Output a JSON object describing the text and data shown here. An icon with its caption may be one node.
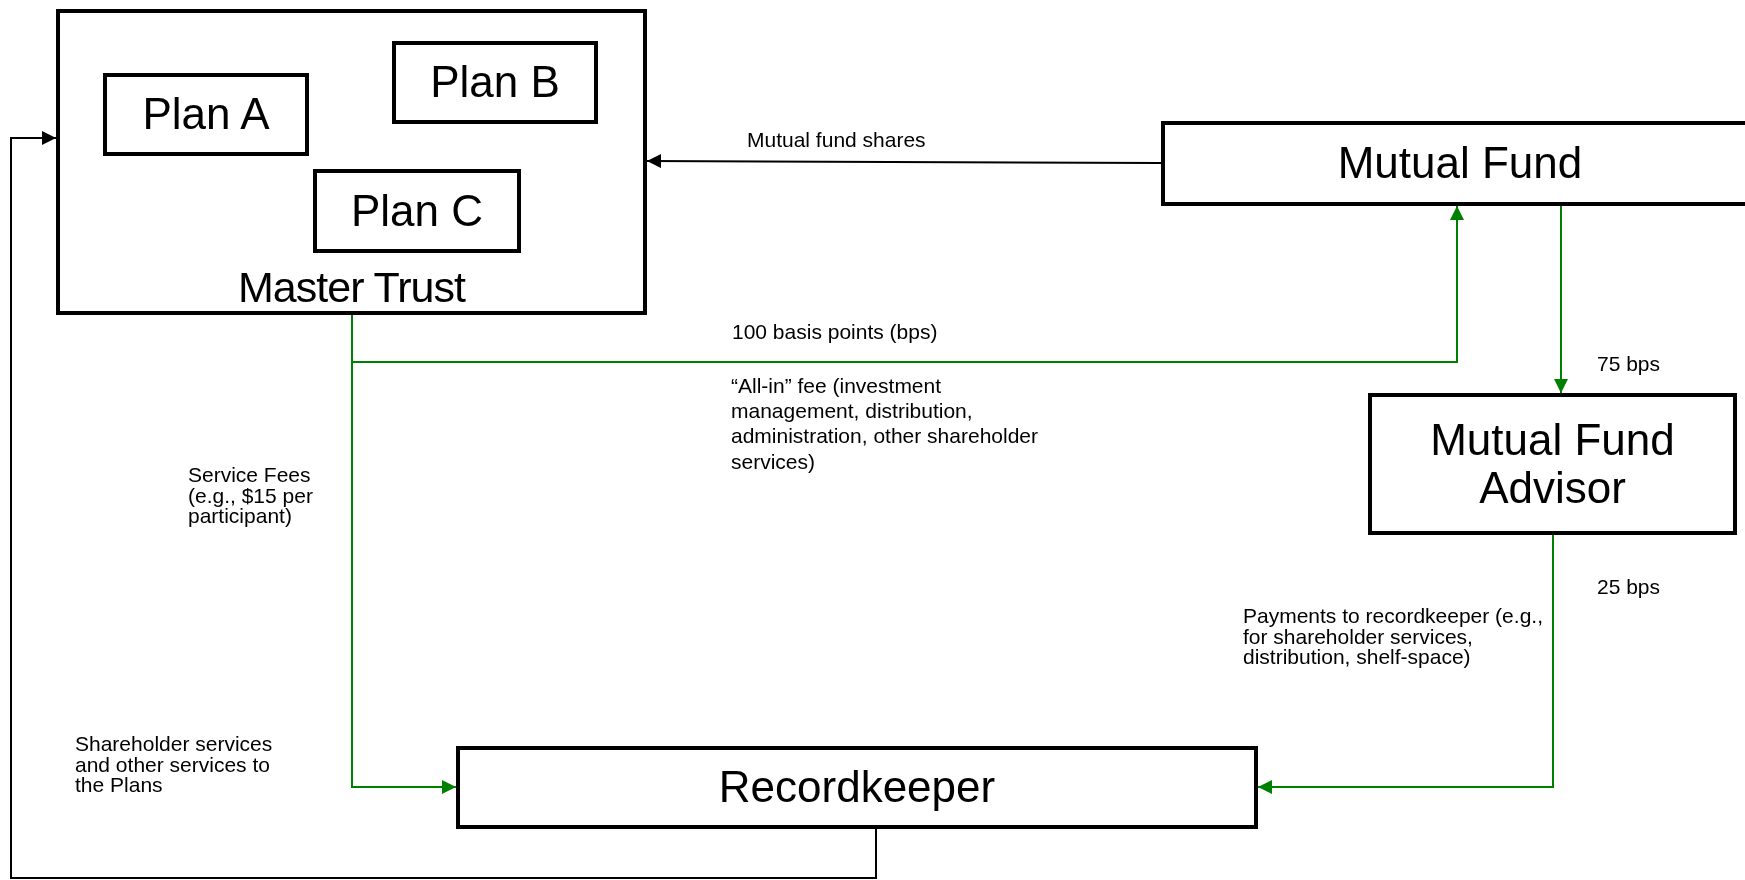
{
  "diagram": {
    "nodes": [
      {
        "text": [
          "Master Trust"
        ]
      },
      {
        "text": [
          "Plan A"
        ],
        "in": 0
      },
      {
        "text": [
          "Plan B"
        ],
        "in": 0
      },
      {
        "text": [
          "Plan C"
        ],
        "in": 0
      },
      {
        "text": [
          "Mutual Fund"
        ]
      },
      {
        "text": [
          "Mutual Fund Advisor"
        ]
      },
      {
        "text": [
          "Recordkeeper"
        ]
      }
    ],
    "edges": [
      {
        "from": 4,
        "to": 0,
        "arrow": "to",
        "label": "Mutual fund shares",
        "color": "#000000"
      },
      {
        "from": 0,
        "to": 4,
        "arrow": "to",
        "label": "100 basis points (bps)"
      },
      {
        "from": 0,
        "to": 6,
        "arrow": "to"
      },
      {
        "from": 4,
        "to": 5,
        "arrow": "to",
        "label": "75 bps"
      },
      {
        "from": 5,
        "to": 6,
        "arrow": "to",
        "label": "25 bps"
      },
      {
        "from": 6,
        "to": 0,
        "arrow": "to",
        "color": "#000000"
      }
    ],
    "labels": [
      "“All-in” fee (investment management, distribution, administration, other shareholder services)",
      "Service Fees (e.g., $15 per participant)",
      "Payments to recordkeeper (e.g., for shareholder services, distribution, shelf-space)",
      "Shareholder services and other services to the Plans"
    ]
  }
}
